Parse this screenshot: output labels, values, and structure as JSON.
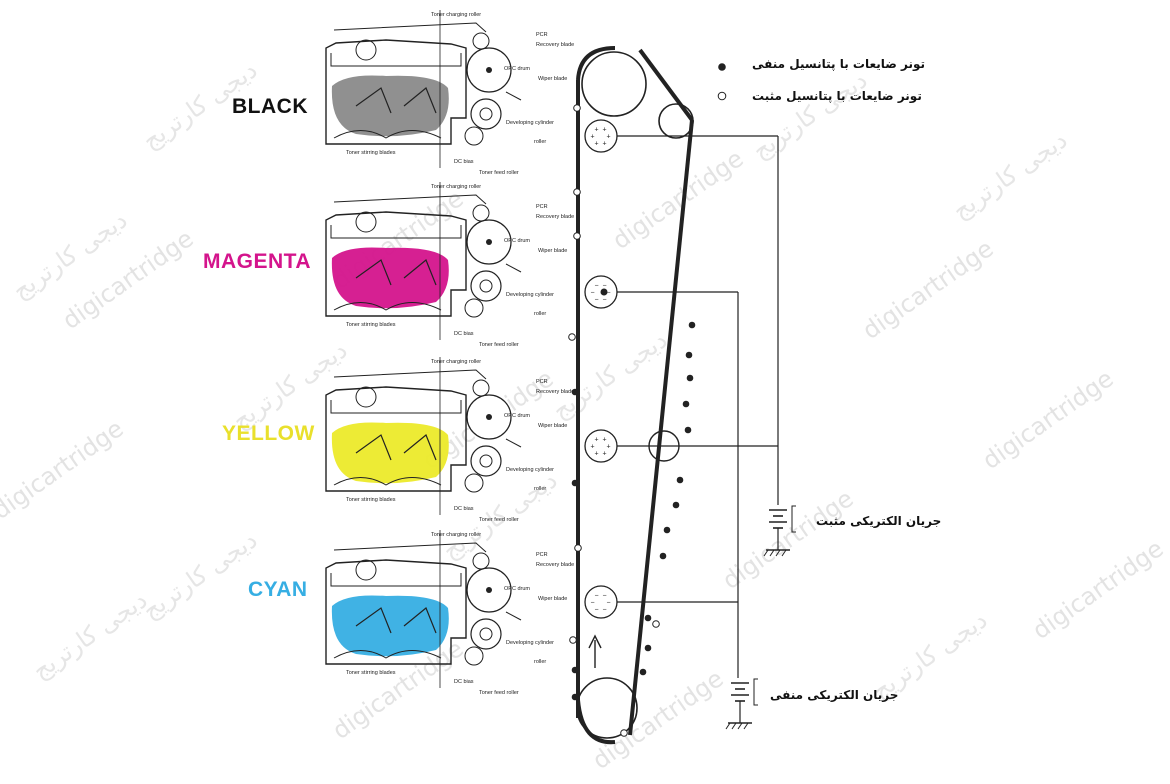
{
  "watermarks": {
    "latin": "digicartridge",
    "persian": "دیجی کارتریج"
  },
  "colors": {
    "black": "#111111",
    "magenta": "#d4148c",
    "yellow": "#e9e02c",
    "cyan": "#36aee3",
    "line": "#222222",
    "watermark": "#e3e3e3"
  },
  "cartridges": [
    {
      "id": "black",
      "label": "BLACK",
      "color": "#111111",
      "toner": "#8a8a8a"
    },
    {
      "id": "magenta",
      "label": "MAGENTA",
      "color": "#d4148c",
      "toner": "#d4148c"
    },
    {
      "id": "yellow",
      "label": "YELLOW",
      "color": "#e9e02c",
      "toner": "#ecea2a"
    },
    {
      "id": "cyan",
      "label": "CYAN",
      "color": "#36aee3",
      "toner": "#36aee3"
    }
  ],
  "cartridge_labels": {
    "toner_charging_roller": "Toner charging roller",
    "pcr": "PCR",
    "recovery_blade": "Recovery blade",
    "opc_drum": "OPC drum",
    "wiper_blade": "Wiper blade",
    "developing_cylinder": "Developing cylinder",
    "roller": "roller",
    "toner_stirring_blades": "Toner stirring blades",
    "dc_bias": "DC bias",
    "toner_feed_roller": "Toner feed roller"
  },
  "legend": {
    "negative_waste": "تونر ضایعات با پتانسیل منفی",
    "positive_waste": "تونر ضایعات با پتانسیل مثبت"
  },
  "currents": {
    "positive": "جریان الکتریکی مثبت",
    "negative": "جریان الکتریکی منفی"
  },
  "icons": [
    "filled-dot-icon",
    "hollow-dot-icon",
    "ground-icon",
    "battery-icon",
    "arrow-up-icon"
  ]
}
